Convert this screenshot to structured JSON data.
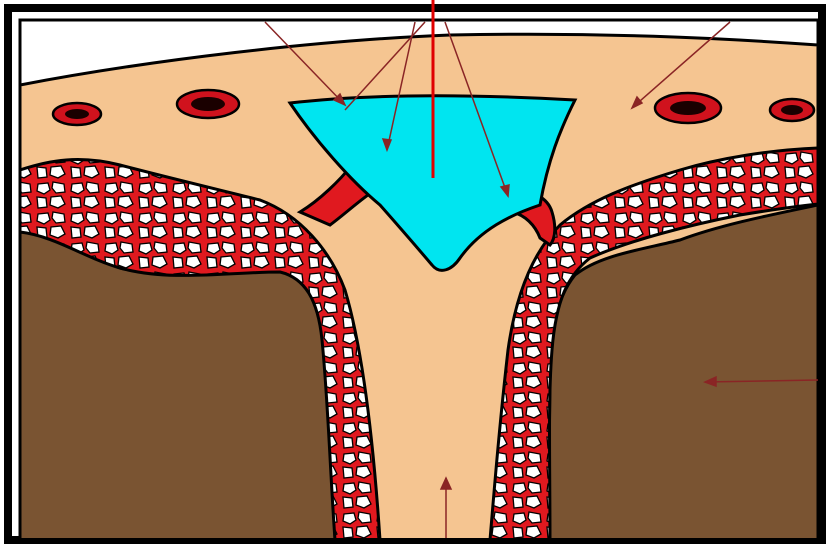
{
  "figure": {
    "labels": [],
    "colors": {
      "frame": "#000000",
      "background": "#ffffff",
      "dura": "#f5c591",
      "sinus": "#00e5f0",
      "arachnoid_granulation": "#e0191f",
      "vessel_wall": "#d0121d",
      "vessel_lumen": "#1a0000",
      "subarachnoid_trabeculae": "#e0191f",
      "brain": "#7a5432",
      "leader_line": "#8a2525",
      "pointer_line": "#e00000"
    },
    "icons": [
      "dural-vessel",
      "arachnoid-granulation",
      "venous-sinus"
    ]
  }
}
